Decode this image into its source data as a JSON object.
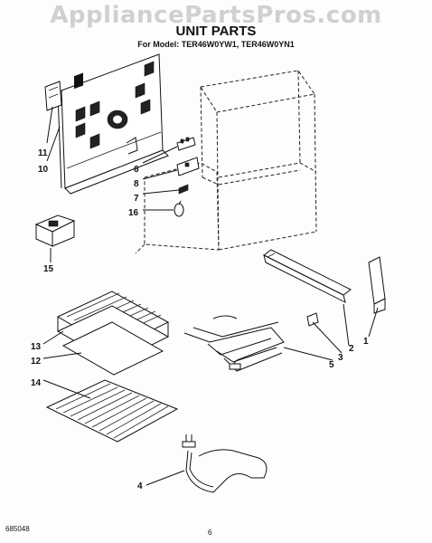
{
  "header": {
    "watermark": "AppliancePartsPros.com",
    "title": "UNIT PARTS",
    "subtitle": "For Model: TER46W0YW1, TER46W0YN1"
  },
  "footer": {
    "doc_number": "685048",
    "page_number": "6"
  },
  "callouts": [
    "11",
    "10",
    "6",
    "8",
    "7",
    "16",
    "15",
    "13",
    "12",
    "14",
    "4",
    "5",
    "3",
    "2",
    "1"
  ]
}
